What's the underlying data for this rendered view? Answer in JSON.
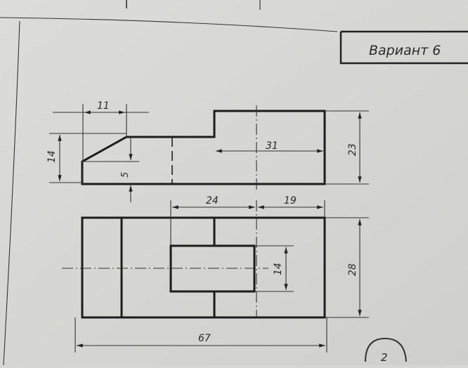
{
  "title_block": {
    "variant": "Вариант 6"
  },
  "front_view": {
    "dimensions": {
      "height_left": "14",
      "chamfer_width": "11",
      "chamfer_height": "5",
      "block_width": "31",
      "total_height": "23"
    }
  },
  "top_view": {
    "dimensions": {
      "slot_offset": "24",
      "right_offset": "19",
      "slot_height": "14",
      "total_depth": "28",
      "total_length": "67"
    }
  },
  "page_number": "2"
}
